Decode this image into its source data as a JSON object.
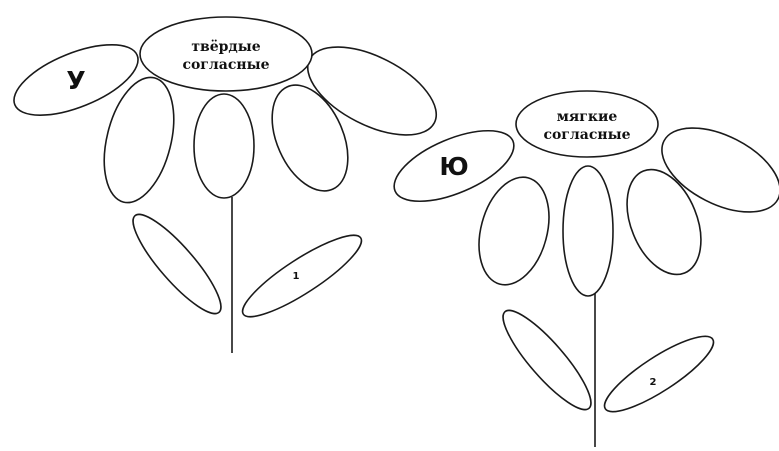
{
  "flowers": [
    {
      "id": "hard",
      "center_line1": "твёрдые",
      "center_line2": "согласные",
      "petal_letter": "У",
      "leaf_number": "1"
    },
    {
      "id": "soft",
      "center_line1": "мягкие",
      "center_line2": "согласные",
      "petal_letter": "Ю",
      "leaf_number": "2"
    }
  ],
  "colors": {
    "outline": "#1a1a1a",
    "text": "#111111",
    "background": "#ffffff"
  }
}
